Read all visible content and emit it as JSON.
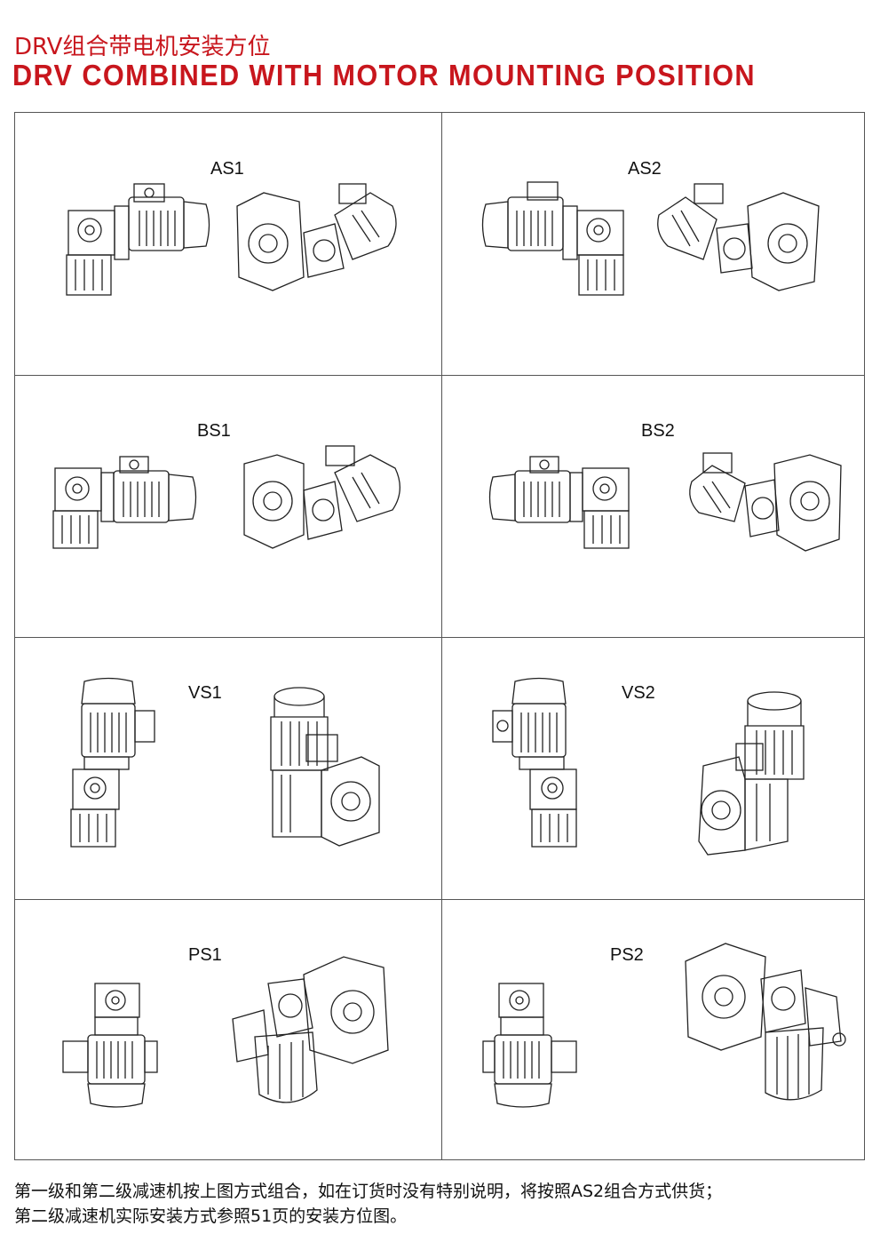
{
  "header": {
    "title_cn": "DRV组合带电机安装方位",
    "title_en": "DRV COMBINED WITH MOTOR MOUNTING POSITION"
  },
  "positions": [
    {
      "label": "AS1"
    },
    {
      "label": "AS2"
    },
    {
      "label": "BS1"
    },
    {
      "label": "BS2"
    },
    {
      "label": "VS1"
    },
    {
      "label": "VS2"
    },
    {
      "label": "PS1"
    },
    {
      "label": "PS2"
    }
  ],
  "footer": {
    "line1": "第一级和第二级减速机按上图方式组合，如在订货时没有特别说明，将按照AS2组合方式供货；",
    "line2": "第二级减速机实际安装方式参照51页的安装方位图。"
  },
  "colors": {
    "title": "#c8161d",
    "line": "#555555"
  }
}
